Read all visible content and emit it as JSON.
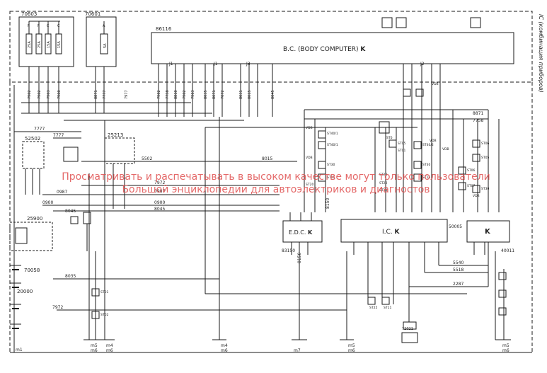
{
  "side_title": "IC (комбинация приборов)",
  "watermark": {
    "line1": "Просматривать и распечатывать в высоком качестве могут только пользователи",
    "line2": "Большой энциклопедии для автоэлектриков и диагностов"
  },
  "modules": {
    "bc": {
      "code": "86116",
      "label": "B.C. (BODY COMPUTER) ",
      "k": "K"
    },
    "edc": {
      "label": "E.D.C. ",
      "k": "K",
      "code": "83150"
    },
    "ic": {
      "label": "I.C. ",
      "k": "K",
      "code": "50005"
    },
    "right": {
      "k": "K",
      "code": "40011"
    },
    "fuse_box_a": {
      "code": "70603"
    },
    "fuse_box_b": {
      "code": "70601"
    },
    "relay": {
      "code": "25213"
    },
    "key_switch": {
      "code": "52502"
    },
    "starter_relay": {
      "code": "25900"
    },
    "battery": {
      "code": "70058"
    },
    "battery_b": {
      "code": "20000"
    },
    "sensor": {
      "code": "72021"
    }
  },
  "connectors": [
    "J1",
    "J1",
    "J3",
    "J2"
  ],
  "fuses": [
    "F",
    "F",
    "C",
    "C",
    "A"
  ],
  "fuse_values": [
    "25A",
    "25A",
    "15A",
    "15A",
    "5A"
  ],
  "wires": {
    "w7777a": "7777",
    "w7777b": "7777",
    "w8871": "8871",
    "w7758": "7758",
    "w5502": "5502",
    "w8015": "8015",
    "w7972": "7972",
    "w0987a": "0987",
    "w0987b": "0987",
    "w0900a": "0900",
    "w0900b": "0900",
    "w8045a": "8045",
    "w8045b": "8045",
    "w8035": "8035",
    "w7972b": "7972",
    "w5540": "5540",
    "w5518": "5518",
    "w2287": "2287",
    "w0150": "0150",
    "w8150": "8150"
  },
  "top_wires": [
    "7902",
    "7902",
    "7903",
    "7900",
    "8871",
    "7777",
    "7977",
    "7902",
    "7758",
    "8860",
    "7902",
    "7903",
    "8035",
    "8071",
    "7072",
    "8031",
    "8015",
    "8045"
  ],
  "grounds": [
    "m1",
    "m5",
    "m6",
    "m4",
    "m6",
    "m4",
    "m6",
    "m7",
    "m5",
    "m6",
    "m5",
    "m6"
  ],
  "switch_labels": [
    "ST40/1",
    "ST40/1",
    "ST30",
    "ST11",
    "ST20",
    "ST0",
    "ST05",
    "ST01",
    "ST22",
    "ST20",
    "ST11",
    "ST40/2",
    "ST30",
    "ST15",
    "ST06",
    "ST07",
    "ST06",
    "ST05",
    "ST30",
    "ST01",
    "ST02",
    "ST25",
    "ST11"
  ],
  "vdb": [
    "VDB",
    "VDB",
    "VDB",
    "VDB",
    "VDB",
    "VDB"
  ]
}
